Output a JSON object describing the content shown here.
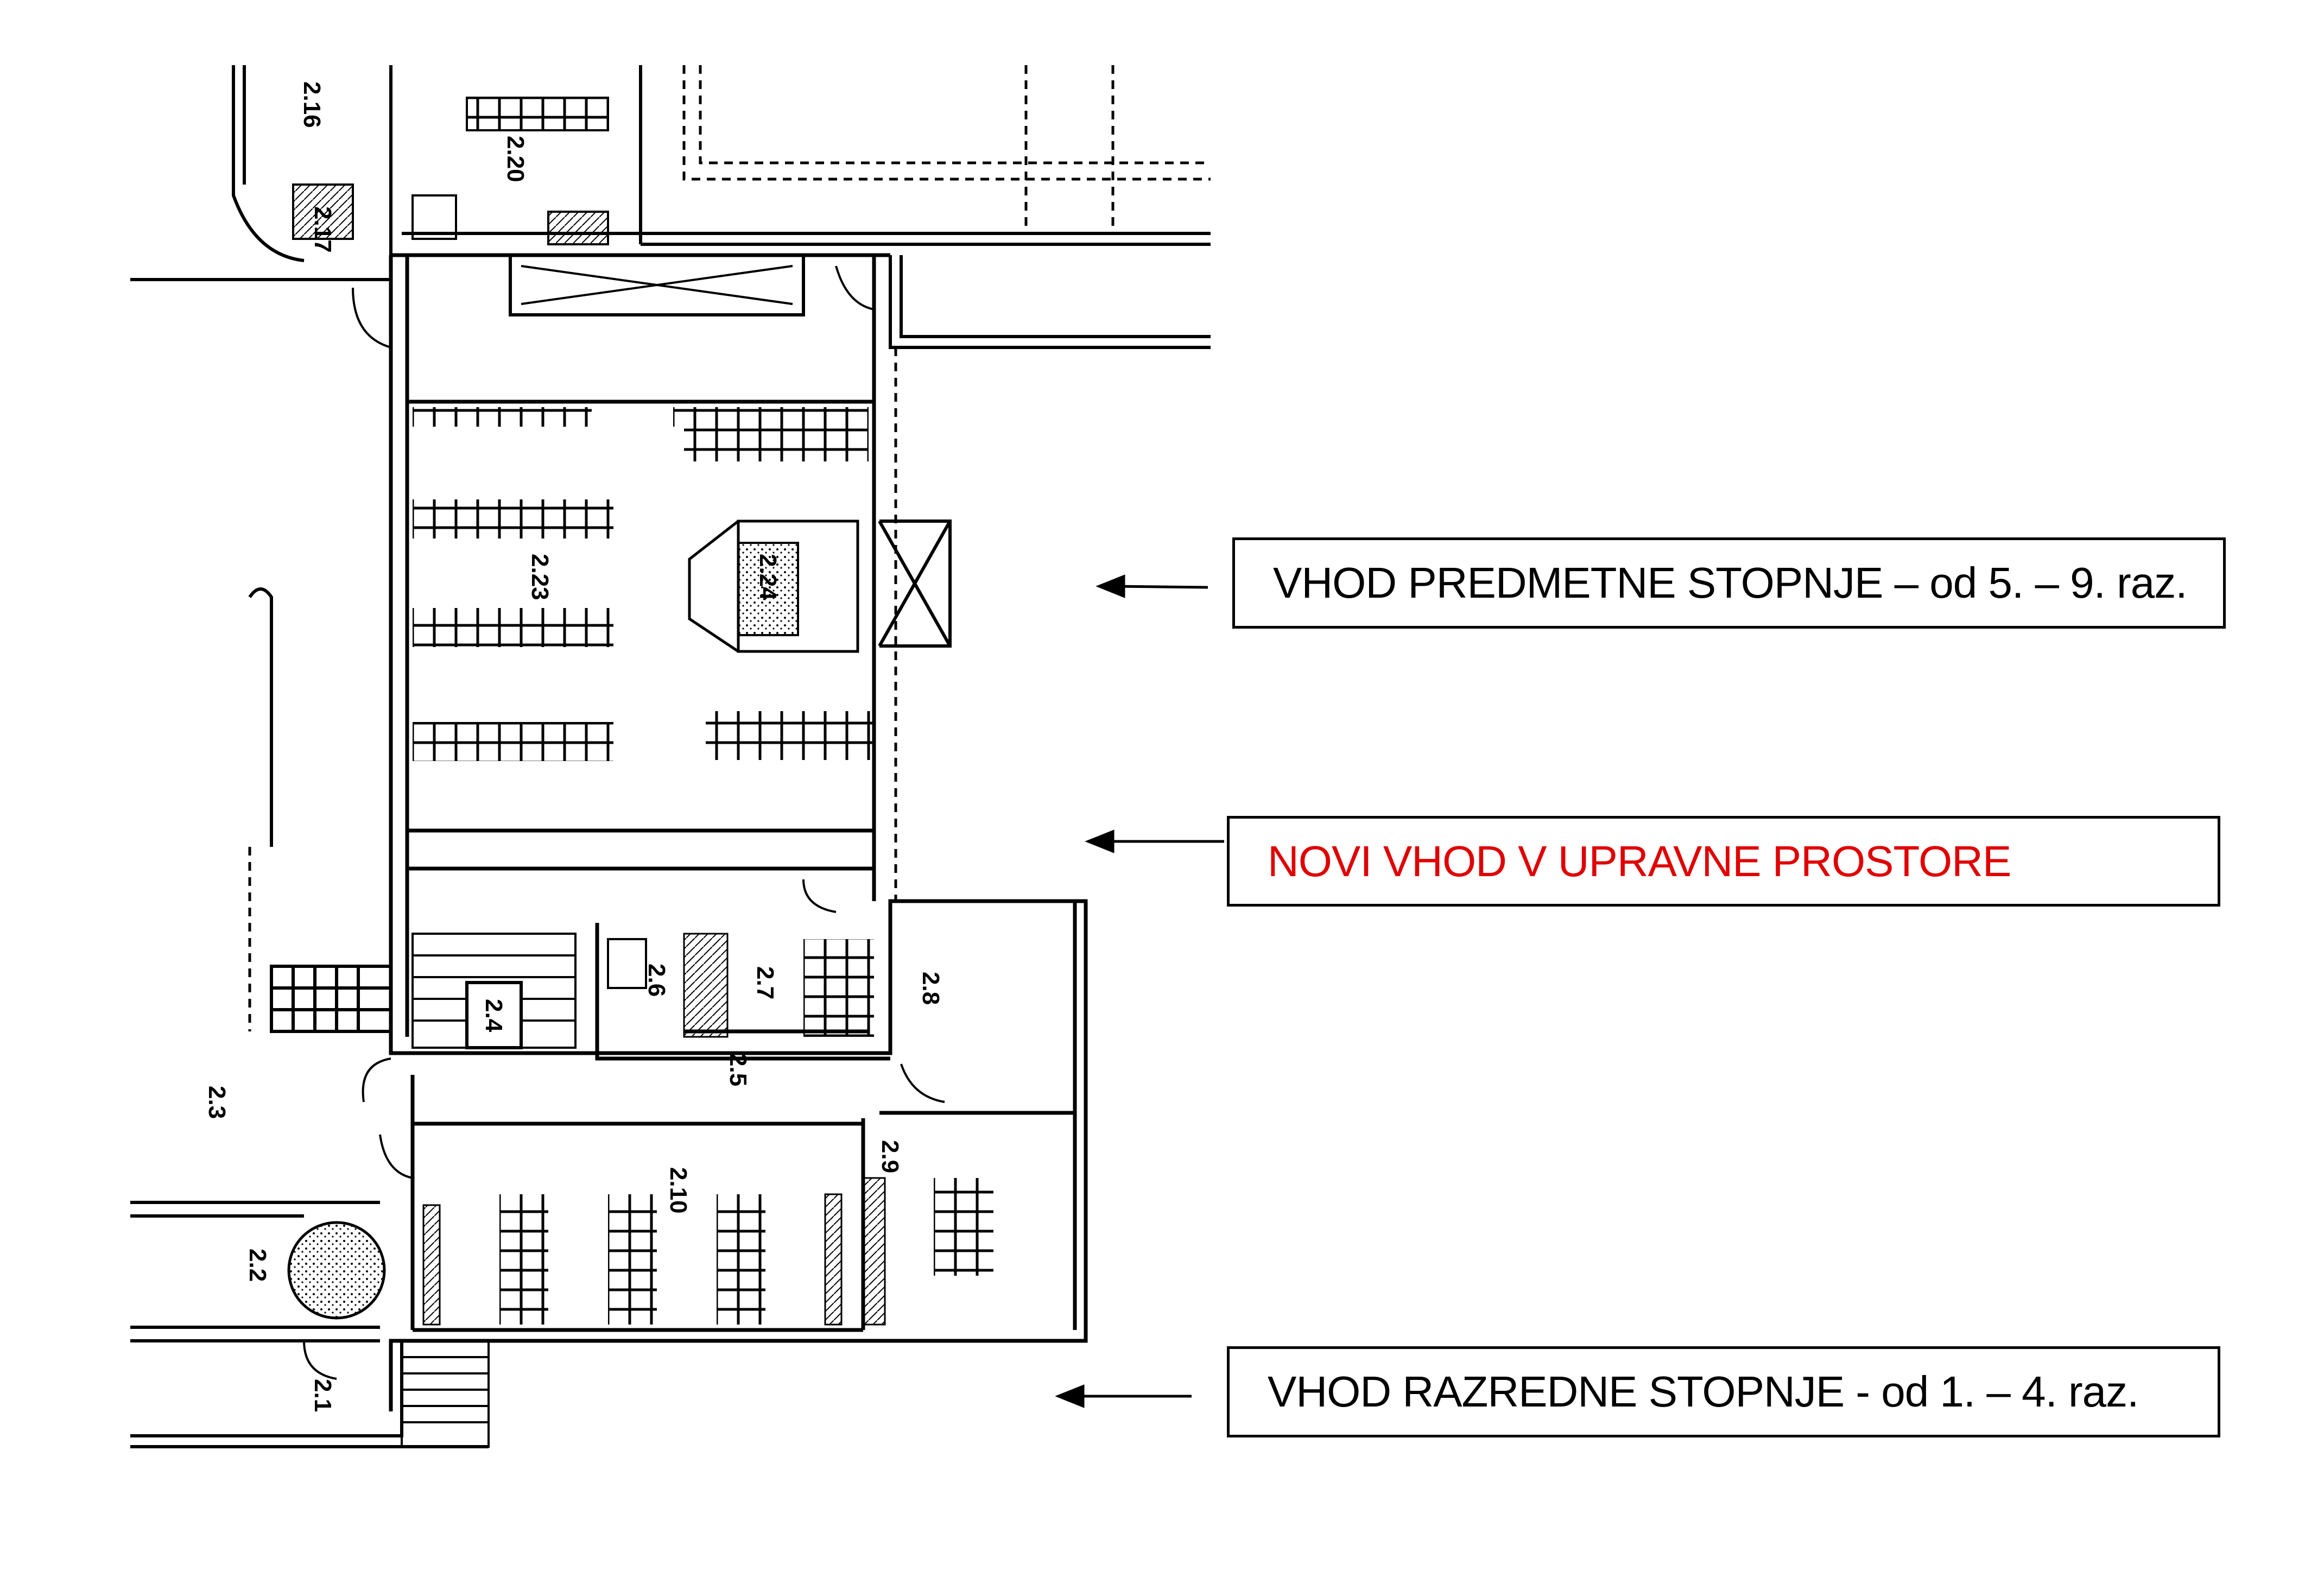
{
  "callouts": [
    {
      "text": "VHOD PREDMETNE STOPNJE – od 5. – 9. raz.",
      "color": "#000000"
    },
    {
      "text": "NOVI VHOD V UPRAVNE PROSTORE",
      "color": "#e00000"
    },
    {
      "text": "VHOD RAZREDNE STOPNJE - od 1. – 4. raz.",
      "color": "#000000"
    }
  ],
  "rooms": {
    "r2_1": "2.1",
    "r2_2": "2.2",
    "r2_3": "2.3",
    "r2_4": "2.4",
    "r2_5": "2.5",
    "r2_6": "2.6",
    "r2_7": "2.7",
    "r2_8": "2.8",
    "r2_9": "2.9",
    "r2_10": "2.10",
    "r2_16": "2.16",
    "r2_17": "2.17",
    "r2_20": "2.20",
    "r2_23": "2.23",
    "r2_24": "2.24"
  },
  "colors": {
    "line": "#000000",
    "accent_red": "#e00000"
  }
}
